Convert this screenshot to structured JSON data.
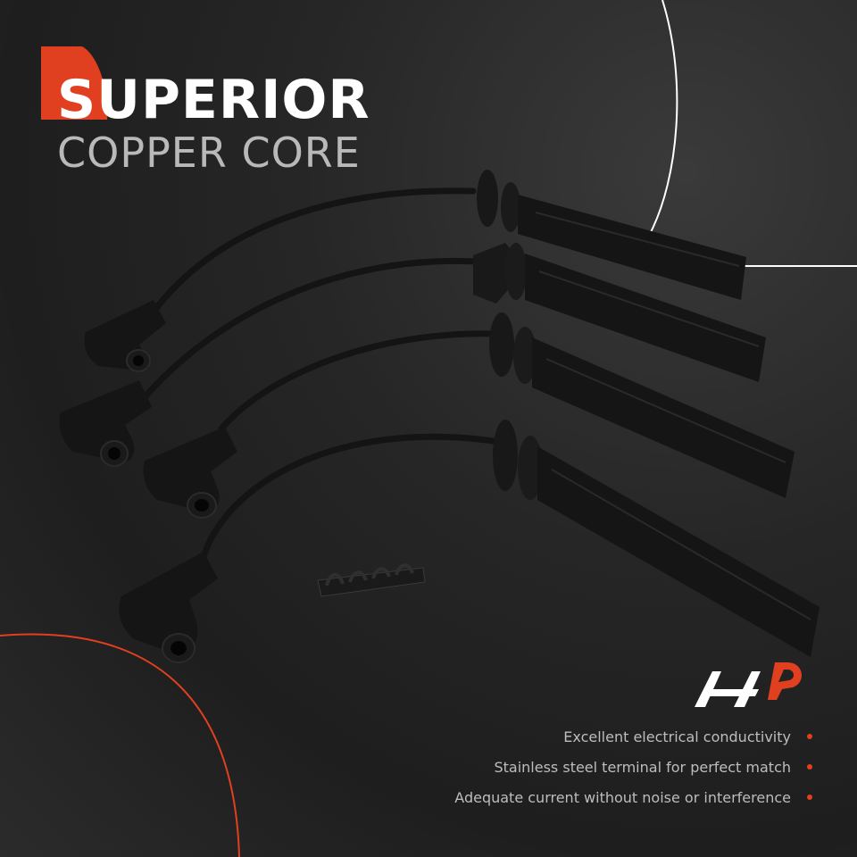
{
  "headline": {
    "highlight": "SU",
    "rest": "PERIOR",
    "subtitle": "COPPER CORE"
  },
  "features": [
    {
      "text": "Excellent electrical conductivity"
    },
    {
      "text": "Stainless steel terminal for perfect match"
    },
    {
      "text": "Adequate current without noise or interference"
    }
  ],
  "brand_logo": {
    "icon": "a-premium-logo-icon"
  },
  "colors": {
    "accent": "#e0401f",
    "headline": "#ffffff",
    "subtitle": "#b9b9b9",
    "feature_text": "#bdbdbd",
    "background": "#262626"
  }
}
